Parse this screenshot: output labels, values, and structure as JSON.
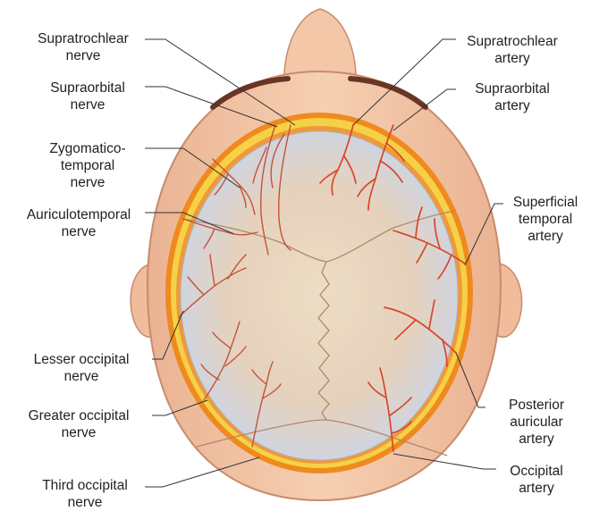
{
  "colors": {
    "skin": "#f3c7a8",
    "skin_edge": "#c98a6d",
    "bone": "#e8cfb3",
    "bone_shadow": "#b9cbe0",
    "galea_orange": "#ee8a1e",
    "galea_yellow": "#f6d148",
    "artery_red": "#d9462a",
    "nerve_brown": "#c4523a",
    "eyebrow": "#6a3524",
    "leader": "#333333"
  },
  "labels": {
    "supratrochlear_nerve": [
      "Supratrochlear",
      "nerve"
    ],
    "supraorbital_nerve": [
      "Supraorbital",
      "nerve"
    ],
    "zygomaticotemporal_nerve": [
      "Zygomatico-",
      "temporal",
      "nerve"
    ],
    "auriculotemporal_nerve": [
      "Auriculotemporal",
      "nerve"
    ],
    "lesser_occipital_nerve": [
      "Lesser occipital",
      "nerve"
    ],
    "greater_occipital_nerve": [
      "Greater occipital",
      "nerve"
    ],
    "third_occipital_nerve": [
      "Third occipital",
      "nerve"
    ],
    "supratrochlear_artery": [
      "Supratrochlear",
      "artery"
    ],
    "supraorbital_artery": [
      "Supraorbital",
      "artery"
    ],
    "superficial_temporal_artery": [
      "Superficial",
      "temporal",
      "artery"
    ],
    "posterior_auricular_artery": [
      "Posterior",
      "auricular",
      "artery"
    ],
    "occipital_artery": [
      "Occipital",
      "artery"
    ]
  }
}
